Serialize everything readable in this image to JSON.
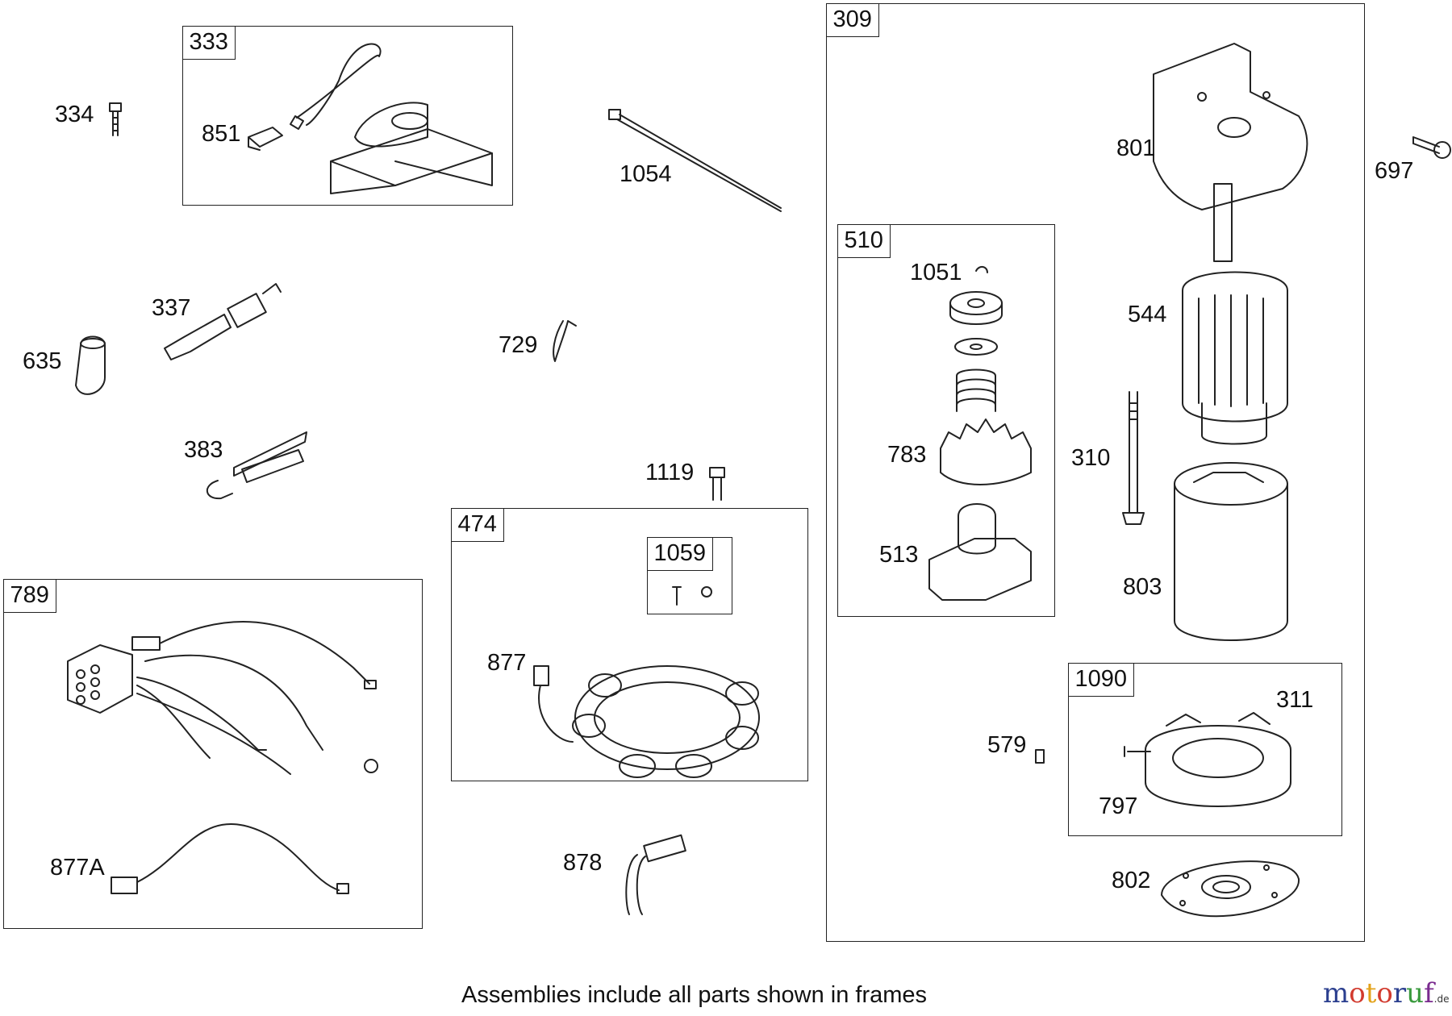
{
  "frames": {
    "f333": "333",
    "f309": "309",
    "f510": "510",
    "f474": "474",
    "f1059": "1059",
    "f789": "789",
    "f1090": "1090"
  },
  "labels": {
    "p334": "334",
    "p851": "851",
    "p1054": "1054",
    "p801": "801",
    "p697": "697",
    "p1051": "1051",
    "p544": "544",
    "p337": "337",
    "p635": "635",
    "p729": "729",
    "p383": "383",
    "p783": "783",
    "p310": "310",
    "p1119": "1119",
    "p513": "513",
    "p803": "803",
    "p877": "877",
    "p579": "579",
    "p311": "311",
    "p797": "797",
    "p877A": "877A",
    "p878": "878",
    "p802": "802"
  },
  "caption": "Assemblies include all parts shown in frames",
  "logo": {
    "l1": "m",
    "l2": "o",
    "l3": "t",
    "l4": "o",
    "l5": "r",
    "l6": "u",
    "l7": "f",
    "suffix": ".de"
  }
}
